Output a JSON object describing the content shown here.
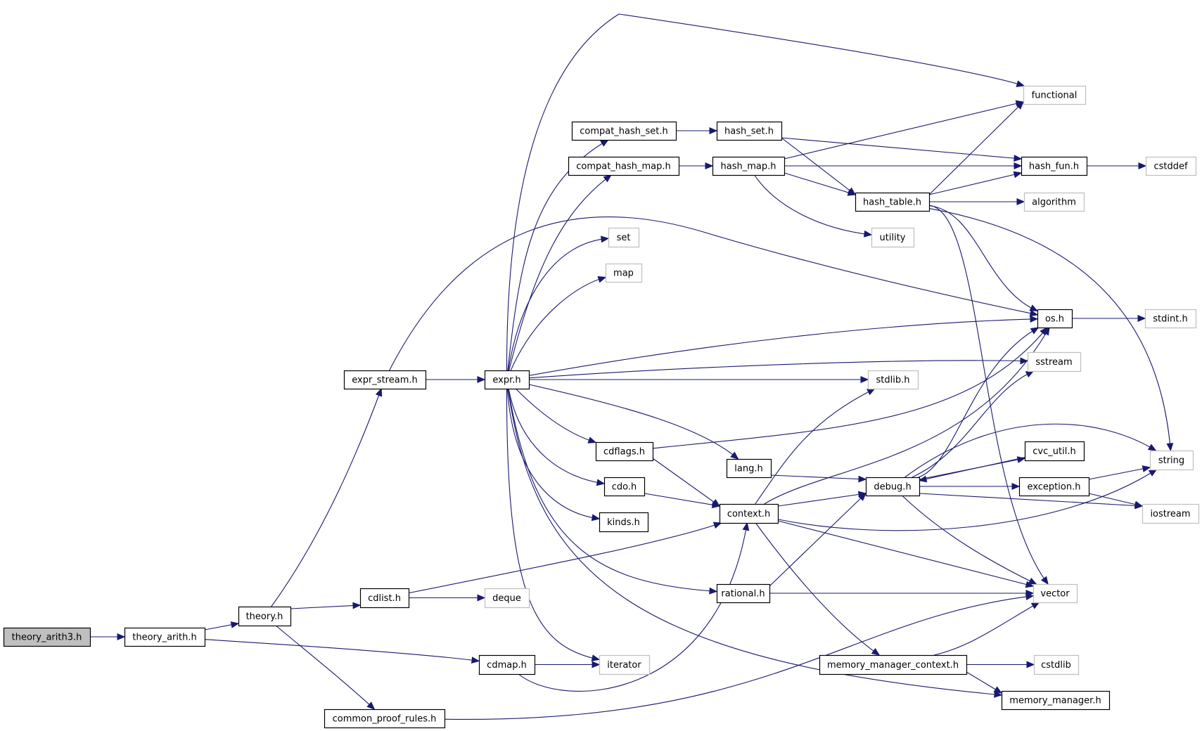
{
  "graph": {
    "title": "Include dependency graph for theory_arith3.h",
    "edge_color": "#191970",
    "root_fill": "#bfbfbf",
    "local_border": "#000000",
    "external_border": "#bfbfbf",
    "nodes": [
      {
        "id": "theory_arith3",
        "label": "theory_arith3.h",
        "kind": "root"
      },
      {
        "id": "theory_arith",
        "label": "theory_arith.h",
        "kind": "local"
      },
      {
        "id": "theory",
        "label": "theory.h",
        "kind": "local"
      },
      {
        "id": "expr_stream",
        "label": "expr_stream.h",
        "kind": "local"
      },
      {
        "id": "expr",
        "label": "expr.h",
        "kind": "local"
      },
      {
        "id": "compat_hash_set",
        "label": "compat_hash_set.h",
        "kind": "local"
      },
      {
        "id": "compat_hash_map",
        "label": "compat_hash_map.h",
        "kind": "local"
      },
      {
        "id": "hash_set",
        "label": "hash_set.h",
        "kind": "local"
      },
      {
        "id": "hash_map",
        "label": "hash_map.h",
        "kind": "local"
      },
      {
        "id": "hash_table",
        "label": "hash_table.h",
        "kind": "local"
      },
      {
        "id": "hash_fun",
        "label": "hash_fun.h",
        "kind": "local"
      },
      {
        "id": "functional",
        "label": "functional",
        "kind": "external"
      },
      {
        "id": "cstddef",
        "label": "cstddef",
        "kind": "external"
      },
      {
        "id": "algorithm",
        "label": "algorithm",
        "kind": "external"
      },
      {
        "id": "utility",
        "label": "utility",
        "kind": "external"
      },
      {
        "id": "set",
        "label": "set",
        "kind": "external"
      },
      {
        "id": "map",
        "label": "map",
        "kind": "external"
      },
      {
        "id": "os",
        "label": "os.h",
        "kind": "local"
      },
      {
        "id": "stdint",
        "label": "stdint.h",
        "kind": "external"
      },
      {
        "id": "sstream",
        "label": "sstream",
        "kind": "external"
      },
      {
        "id": "stdlib",
        "label": "stdlib.h",
        "kind": "external"
      },
      {
        "id": "cdflags",
        "label": "cdflags.h",
        "kind": "local"
      },
      {
        "id": "lang",
        "label": "lang.h",
        "kind": "local"
      },
      {
        "id": "cdo",
        "label": "cdo.h",
        "kind": "local"
      },
      {
        "id": "kinds",
        "label": "kinds.h",
        "kind": "local"
      },
      {
        "id": "context",
        "label": "context.h",
        "kind": "local"
      },
      {
        "id": "debug",
        "label": "debug.h",
        "kind": "local"
      },
      {
        "id": "cvc_util",
        "label": "cvc_util.h",
        "kind": "local"
      },
      {
        "id": "exception",
        "label": "exception.h",
        "kind": "local"
      },
      {
        "id": "string",
        "label": "string",
        "kind": "external"
      },
      {
        "id": "iostream",
        "label": "iostream",
        "kind": "external"
      },
      {
        "id": "cdlist",
        "label": "cdlist.h",
        "kind": "local"
      },
      {
        "id": "deque",
        "label": "deque",
        "kind": "external"
      },
      {
        "id": "rational",
        "label": "rational.h",
        "kind": "local"
      },
      {
        "id": "vector",
        "label": "vector",
        "kind": "external"
      },
      {
        "id": "cdmap",
        "label": "cdmap.h",
        "kind": "local"
      },
      {
        "id": "iterator",
        "label": "iterator",
        "kind": "external"
      },
      {
        "id": "memory_manager_context",
        "label": "memory_manager_context.h",
        "kind": "local"
      },
      {
        "id": "cstdlib",
        "label": "cstdlib",
        "kind": "external"
      },
      {
        "id": "memory_manager",
        "label": "memory_manager.h",
        "kind": "local"
      },
      {
        "id": "common_proof_rules",
        "label": "common_proof_rules.h",
        "kind": "local"
      }
    ],
    "edges": [
      [
        "theory_arith3",
        "theory_arith"
      ],
      [
        "theory_arith",
        "theory"
      ],
      [
        "theory_arith",
        "cdmap"
      ],
      [
        "theory",
        "expr_stream"
      ],
      [
        "theory",
        "cdlist"
      ],
      [
        "theory",
        "common_proof_rules"
      ],
      [
        "expr_stream",
        "expr"
      ],
      [
        "expr_stream",
        "os"
      ],
      [
        "expr",
        "functional"
      ],
      [
        "expr",
        "compat_hash_set"
      ],
      [
        "expr",
        "compat_hash_map"
      ],
      [
        "expr",
        "set"
      ],
      [
        "expr",
        "map"
      ],
      [
        "expr",
        "os"
      ],
      [
        "expr",
        "sstream"
      ],
      [
        "expr",
        "stdlib"
      ],
      [
        "expr",
        "cdflags"
      ],
      [
        "expr",
        "lang"
      ],
      [
        "expr",
        "cdo"
      ],
      [
        "expr",
        "kinds"
      ],
      [
        "expr",
        "rational"
      ],
      [
        "expr",
        "iterator"
      ],
      [
        "expr",
        "memory_manager"
      ],
      [
        "compat_hash_set",
        "hash_set"
      ],
      [
        "compat_hash_map",
        "hash_map"
      ],
      [
        "hash_set",
        "hash_fun"
      ],
      [
        "hash_set",
        "hash_table"
      ],
      [
        "hash_map",
        "functional"
      ],
      [
        "hash_map",
        "hash_fun"
      ],
      [
        "hash_map",
        "hash_table"
      ],
      [
        "hash_map",
        "utility"
      ],
      [
        "hash_table",
        "functional"
      ],
      [
        "hash_table",
        "hash_fun"
      ],
      [
        "hash_table",
        "algorithm"
      ],
      [
        "hash_table",
        "os"
      ],
      [
        "hash_table",
        "string"
      ],
      [
        "hash_table",
        "vector"
      ],
      [
        "hash_fun",
        "cstddef"
      ],
      [
        "os",
        "stdint"
      ],
      [
        "cdflags",
        "os"
      ],
      [
        "cdflags",
        "context"
      ],
      [
        "lang",
        "debug"
      ],
      [
        "cdo",
        "context"
      ],
      [
        "context",
        "stdlib"
      ],
      [
        "context",
        "os"
      ],
      [
        "context",
        "debug"
      ],
      [
        "context",
        "string"
      ],
      [
        "context",
        "vector"
      ],
      [
        "context",
        "memory_manager_context"
      ],
      [
        "debug",
        "os"
      ],
      [
        "debug",
        "sstream"
      ],
      [
        "debug",
        "cvc_util"
      ],
      [
        "debug",
        "exception"
      ],
      [
        "debug",
        "string"
      ],
      [
        "debug",
        "iostream"
      ],
      [
        "debug",
        "vector"
      ],
      [
        "cvc_util",
        "debug"
      ],
      [
        "exception",
        "string"
      ],
      [
        "exception",
        "iostream"
      ],
      [
        "cdlist",
        "deque"
      ],
      [
        "cdlist",
        "context"
      ],
      [
        "rational",
        "debug"
      ],
      [
        "rational",
        "vector"
      ],
      [
        "cdmap",
        "iterator"
      ],
      [
        "cdmap",
        "context"
      ],
      [
        "memory_manager_context",
        "cstdlib"
      ],
      [
        "memory_manager_context",
        "vector"
      ],
      [
        "memory_manager_context",
        "memory_manager"
      ],
      [
        "common_proof_rules",
        "vector"
      ]
    ]
  }
}
